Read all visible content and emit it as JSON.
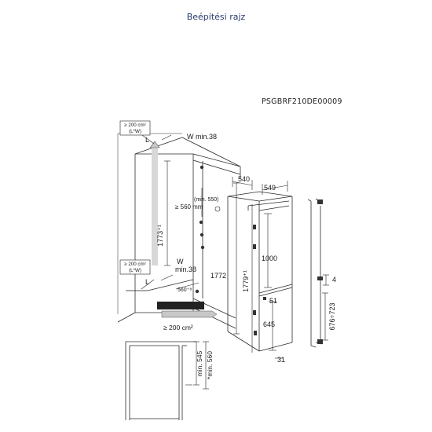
{
  "title": "Beépítési rajz",
  "model_code": "PSGBRF210DE00009",
  "labels": {
    "vent_top_1": "≥ 200 cm²",
    "vent_top_2": "(L*W)",
    "vent_mid_1": "≥ 200 cm²",
    "vent_mid_2": "(L*W)",
    "vent_bottom": "≥ 200 cm²",
    "L_top": "L",
    "L_mid": "L",
    "W_top": "W min.38",
    "W_mid_1": "W",
    "W_mid_2": "min.38",
    "min550": "(min. 550)",
    "min560": "≥ 560 mm",
    "d1773": "1773⁺¹",
    "d1772": "1772",
    "d560": "560⁺⁸",
    "d540": "540",
    "d549": "549",
    "d1000": "1000",
    "d1779": "1779⁺¹",
    "d51": "51",
    "d645": "645",
    "d31": "31",
    "d4": "4",
    "d676": "676÷723",
    "dmin545": "min. 545",
    "dmin560": "*min. 560"
  }
}
